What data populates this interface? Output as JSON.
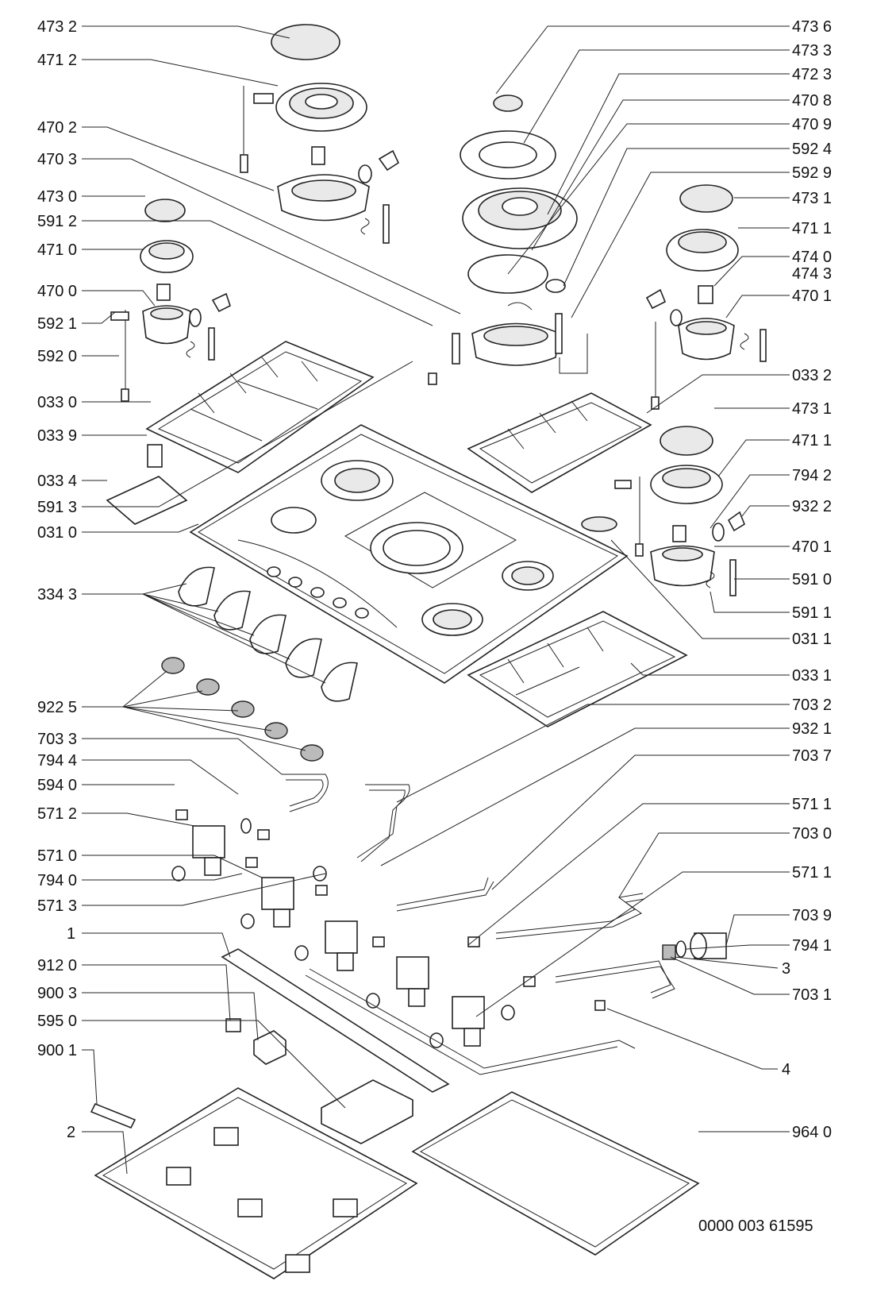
{
  "diagram": {
    "document_number": "0000 003 61595",
    "labels_left": [
      "473 2",
      "471 2",
      "470 2",
      "470 3",
      "473  0",
      "591 2",
      "471 0",
      "470 0",
      "592 1",
      "592 0",
      "033 0",
      "033 9",
      "033 4",
      "591 3",
      "031 0",
      "334 3",
      "922 5",
      "703 3",
      "794 4",
      "594 0",
      "571 2",
      "571 0",
      "794 0",
      "571 3",
      "1",
      "912 0",
      "900 3",
      "595 0",
      "900 1",
      "2"
    ],
    "labels_right": [
      "473 6",
      "473 3",
      "472 3",
      "470 8",
      "470 9",
      "592 4",
      "592 9",
      "473 1",
      "471 1",
      "474 0",
      "474 3",
      "470 1",
      "033 2",
      "473 1",
      "471 1",
      "794 2",
      "932 2",
      "470 1",
      "591 0",
      "591 1",
      "031 1",
      "033 1",
      "703 2",
      "932 1",
      "703 7",
      "571 1",
      "703 0",
      "571 1",
      "703 9",
      "794 1",
      "3",
      "703 1",
      "4",
      "964 0"
    ]
  }
}
